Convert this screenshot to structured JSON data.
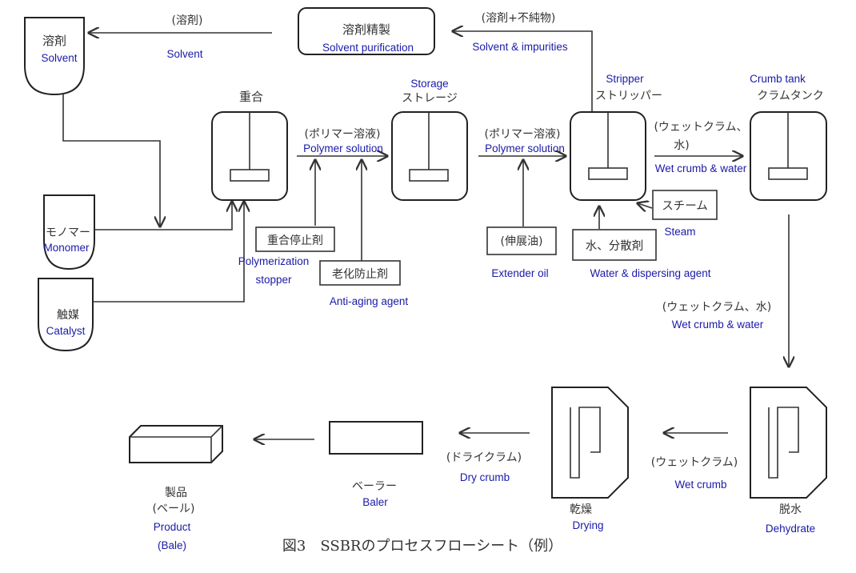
{
  "figure": {
    "caption": "図3　SSBRのプロセスフローシート（例）"
  },
  "nodes": {
    "solvent": {
      "jp": "溶剤",
      "en": "Solvent"
    },
    "monomer": {
      "jp": "モノマー",
      "en": "Monomer"
    },
    "catalyst": {
      "jp": "触媒",
      "en": "Catalyst"
    },
    "polymerization": {
      "jp": "重合"
    },
    "storage": {
      "jp": "ストレージ",
      "en": "Storage"
    },
    "stripper": {
      "jp": "ストリッパー",
      "en": "Stripper"
    },
    "crumb_tank": {
      "jp": "クラムタンク",
      "en": "Crumb tank"
    },
    "solvent_purification": {
      "jp": "溶剤精製",
      "en": "Solvent purification"
    },
    "steam": {
      "jp": "スチーム",
      "en": "Steam"
    },
    "water_dispersing": {
      "jp": "水、分散剤",
      "en": "Water & dispersing agent"
    },
    "extender_oil": {
      "jp": "(伸展油)",
      "en": "Extender oil"
    },
    "stopper": {
      "jp": "重合停止剤",
      "en_line1": "Polymerization",
      "en_line2": "stopper"
    },
    "anti_aging": {
      "jp": "老化防止剤",
      "en": "Anti-aging agent"
    },
    "dehydrate": {
      "jp": "脱水",
      "en": "Dehydrate"
    },
    "drying": {
      "jp": "乾燥",
      "en": "Drying"
    },
    "baler": {
      "jp": "ベーラー",
      "en": "Baler"
    },
    "product": {
      "jp_line1": "製品",
      "jp_line2": "(ベール)",
      "en_line1": "Product",
      "en_line2": "(Bale)"
    }
  },
  "flows": {
    "solvent_return": {
      "jp": "(溶剤)",
      "en": "Solvent"
    },
    "solvent_impurities": {
      "jp": "(溶剤+不純物)",
      "en": "Solvent & impurities"
    },
    "polymer_solution_1": {
      "jp": "(ポリマー溶液)",
      "en": "Polymer solution"
    },
    "polymer_solution_2": {
      "jp": "(ポリマー溶液)",
      "en": "Polymer solution"
    },
    "wet_crumb_water_1": {
      "jp_line1": "(ウェットクラム、",
      "jp_line2": "水)",
      "en": "Wet crumb & water"
    },
    "wet_crumb_water_2": {
      "jp": "(ウェットクラム、水)",
      "en": "Wet crumb & water"
    },
    "wet_crumb": {
      "jp": "(ウェットクラム)",
      "en": "Wet crumb"
    },
    "dry_crumb": {
      "jp": "(ドライクラム)",
      "en": "Dry crumb"
    }
  },
  "colors": {
    "english_label": "#1a1aa8",
    "japanese_label": "#333333",
    "lines": "#333333"
  }
}
